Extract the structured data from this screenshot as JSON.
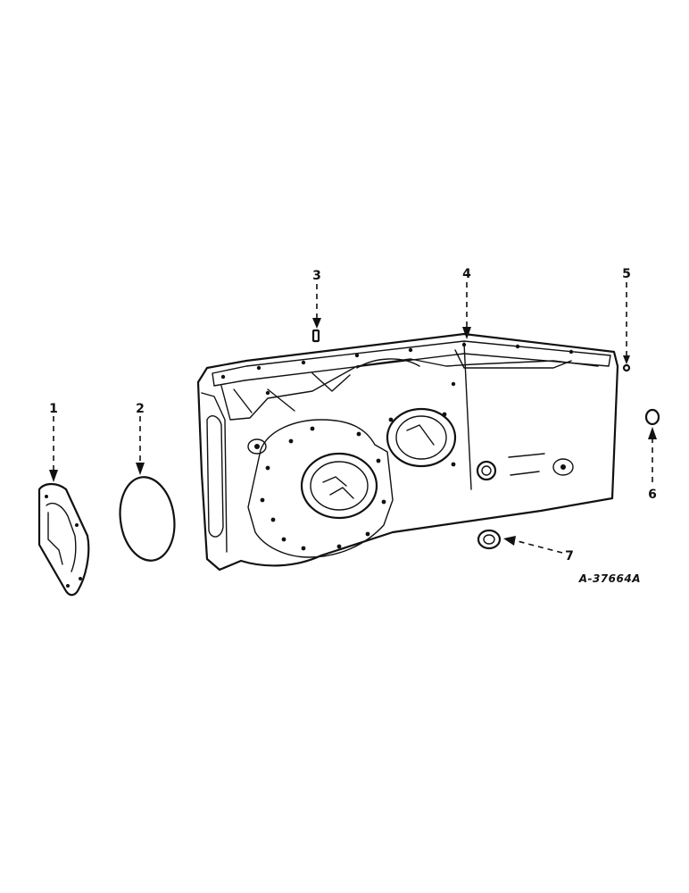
{
  "callouts": [
    {
      "id": "1",
      "label": "1"
    },
    {
      "id": "2",
      "label": "2"
    },
    {
      "id": "3",
      "label": "3"
    },
    {
      "id": "4",
      "label": "4"
    },
    {
      "id": "5",
      "label": "5"
    },
    {
      "id": "6",
      "label": "6"
    },
    {
      "id": "7",
      "label": "7"
    }
  ],
  "reference": "A-37664A"
}
